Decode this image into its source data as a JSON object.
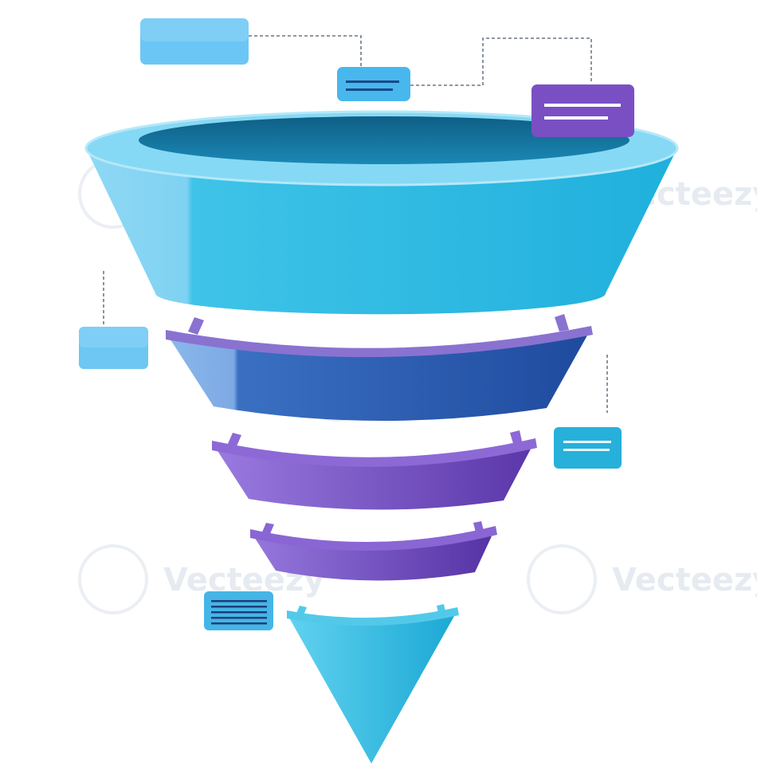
{
  "watermark": {
    "text": "Vecteezy",
    "color": "#e9edf2"
  },
  "funnel": {
    "stages": [
      {
        "id": "stage-1",
        "front_color": "#2bbbe0",
        "light_color": "#8fd8f4",
        "rim_color": "#7fd6f3",
        "inner_color": "#126e98"
      },
      {
        "id": "stage-2",
        "front_color": "#2e63b6",
        "light_color": "#8ab8eb",
        "rim_color": "#8a72d0"
      },
      {
        "id": "stage-3",
        "front_color": "#7049bf",
        "light_color": "#9a7be0",
        "rim_color": "#8d69d6"
      },
      {
        "id": "stage-4",
        "front_color": "#6a47bc",
        "light_color": "#9678de",
        "rim_color": "#8a66d4"
      },
      {
        "id": "stage-5",
        "front_color": "#22b2d9",
        "light_color": "#62d2f0",
        "rim_color": "#53c9ea"
      }
    ]
  },
  "callouts": [
    {
      "id": "callout-1",
      "color": "#6cc6f5",
      "lines": 0
    },
    {
      "id": "callout-2",
      "color": "#48b7ee",
      "lines": 2
    },
    {
      "id": "callout-3",
      "color": "#7a4fc4",
      "lines": 2
    },
    {
      "id": "callout-4",
      "color": "#6dc7f2",
      "lines": 0
    },
    {
      "id": "callout-5",
      "color": "#27b0da",
      "lines": 2
    },
    {
      "id": "callout-6",
      "color": "#45b5e6",
      "lines": 5
    }
  ]
}
